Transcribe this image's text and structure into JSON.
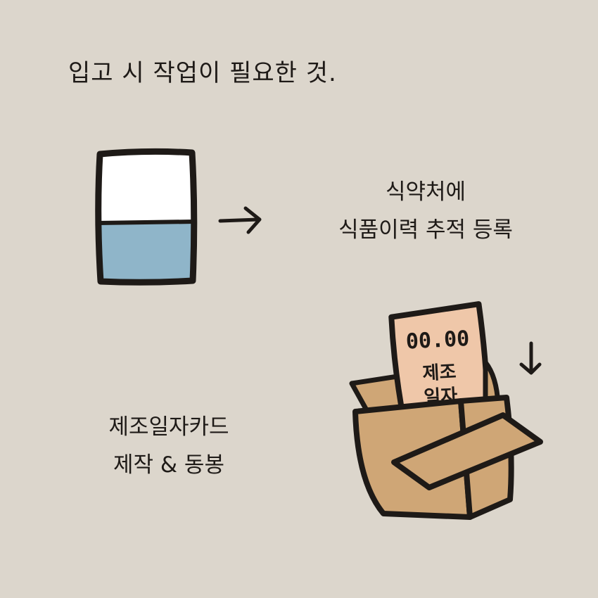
{
  "heading": "입고 시 작업이 필요한 것.",
  "step_registration": {
    "line1": "식약처에",
    "line2": "식품이력 추적 등록"
  },
  "step_card": {
    "line1": "제조일자카드",
    "line2": "제작 & 동봉"
  },
  "date_card": {
    "date": "00.00",
    "label_line1": "제조",
    "label_line2": "일자"
  },
  "icons": [
    "container-icon",
    "arrow-right-icon",
    "box-with-card-icon",
    "arrow-down-icon"
  ],
  "colors": {
    "background": "#dcd6cc",
    "container_fill": "#8fb5c9",
    "card_fill": "#efc7a9",
    "box_fill": "#cfa676",
    "outline": "#1e1a17"
  }
}
